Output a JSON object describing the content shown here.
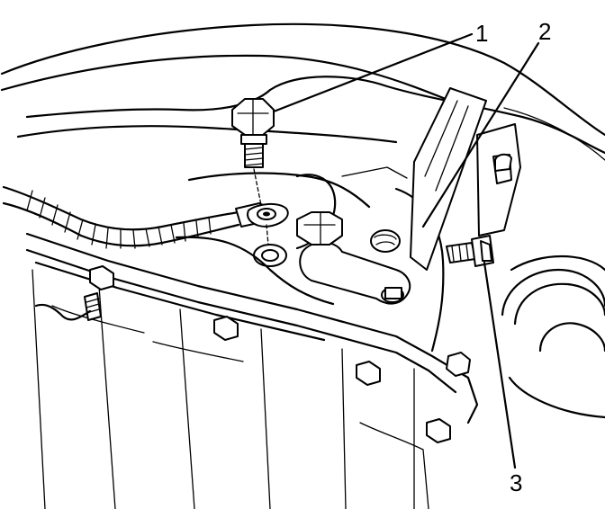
{
  "diagram": {
    "colors": {
      "ink": "#000000",
      "paper": "#ffffff"
    },
    "callouts": [
      {
        "label": "1"
      },
      {
        "label": "2"
      },
      {
        "label": "3"
      }
    ]
  }
}
